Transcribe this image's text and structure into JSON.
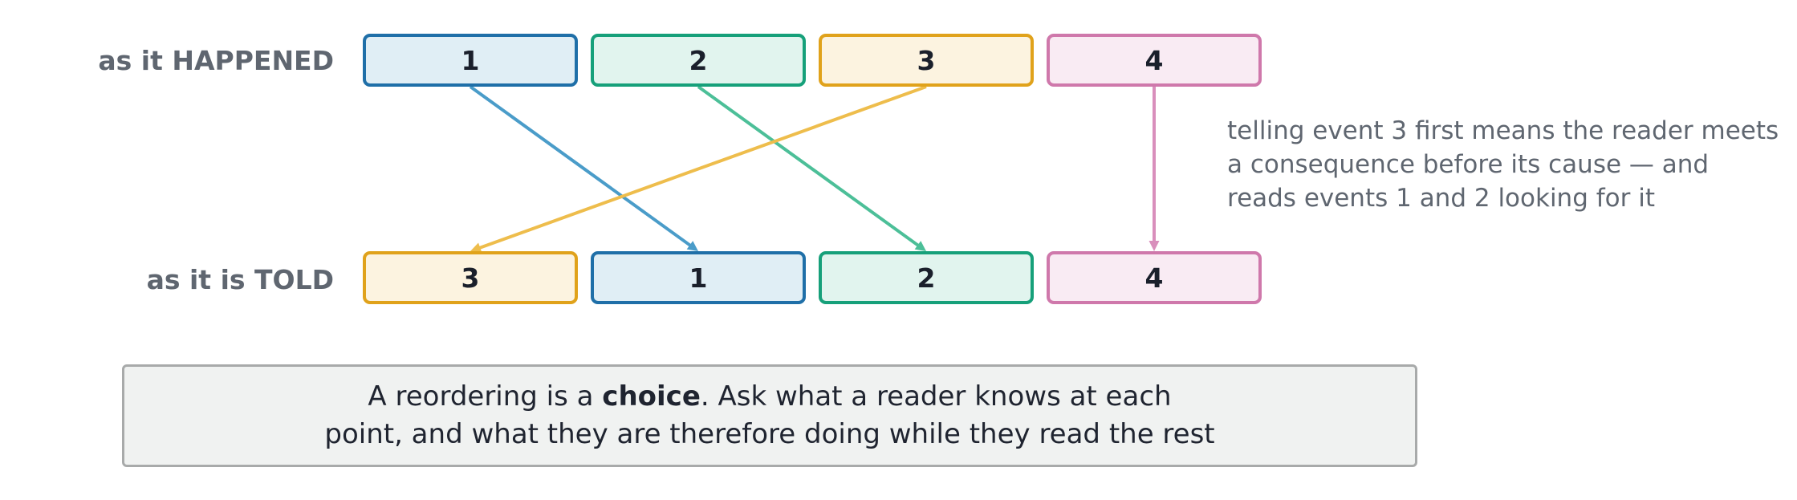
{
  "rows": {
    "happened_label": "as it HAPPENED",
    "told_label": "as it is TOLD"
  },
  "colors": {
    "blue": "#1f6fa8",
    "blue_fill": "#e0eef5",
    "blue_arrow": "#4a9cc9",
    "green": "#16a07a",
    "green_fill": "#e1f4ee",
    "green_arrow": "#4cbf98",
    "yellow": "#e0a21b",
    "yellow_fill": "#fcf3e0",
    "yellow_arrow": "#eebd4c",
    "pink": "#cf78ab",
    "pink_fill": "#f9ebf3",
    "pink_arrow": "#d98fbc"
  },
  "happened": [
    {
      "label": "1",
      "color": "blue"
    },
    {
      "label": "2",
      "color": "green"
    },
    {
      "label": "3",
      "color": "yellow"
    },
    {
      "label": "4",
      "color": "pink"
    }
  ],
  "told": [
    {
      "label": "3",
      "color": "yellow"
    },
    {
      "label": "1",
      "color": "blue"
    },
    {
      "label": "2",
      "color": "green"
    },
    {
      "label": "4",
      "color": "pink"
    }
  ],
  "mapping": [
    {
      "from_event": "1",
      "to_event": "1",
      "color": "blue_arrow"
    },
    {
      "from_event": "2",
      "to_event": "2",
      "color": "green_arrow"
    },
    {
      "from_event": "3",
      "to_event": "3",
      "color": "yellow_arrow"
    },
    {
      "from_event": "4",
      "to_event": "4",
      "color": "pink_arrow"
    }
  ],
  "note": {
    "line1": "telling event 3 first means the reader meets",
    "line2": "a consequence before its cause — and",
    "line3": "reads events 1 and 2 looking for it"
  },
  "callout": {
    "pre": "A reordering is a ",
    "bold": "choice",
    "post": ". Ask what a reader knows at each",
    "line2": "point, and what they are therefore doing while they read the rest"
  }
}
